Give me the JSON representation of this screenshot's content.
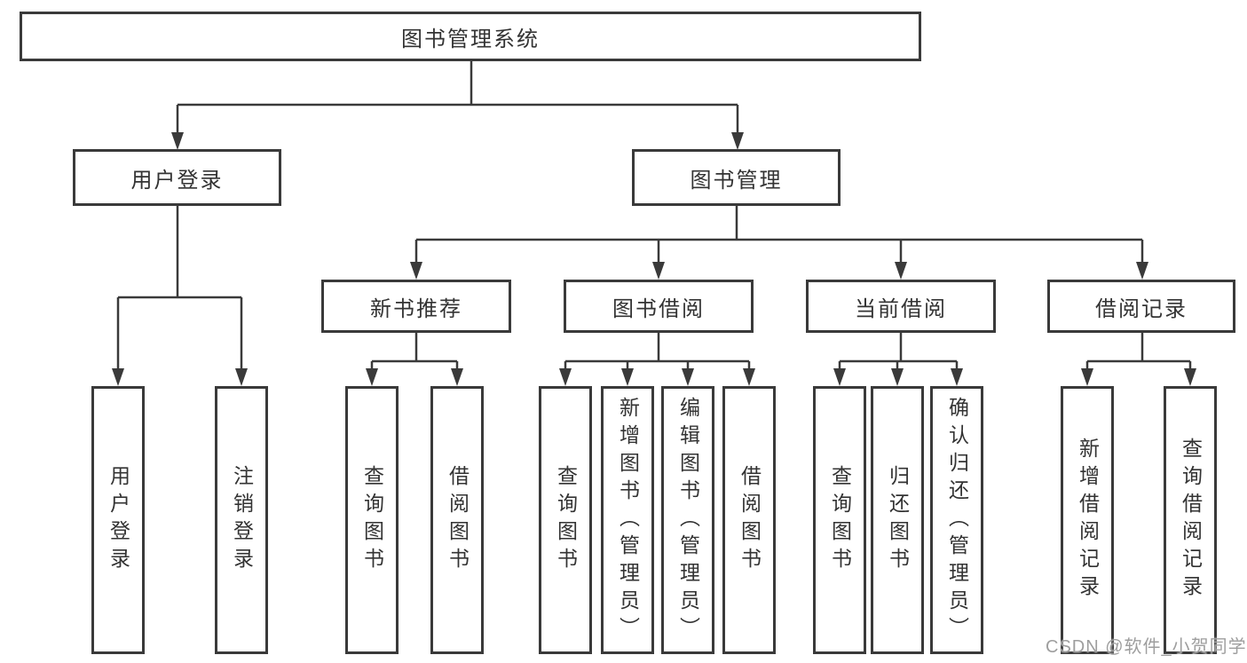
{
  "tree": {
    "root": {
      "label": "图书管理系统"
    },
    "branches": [
      {
        "label": "用户登录",
        "children": [
          {
            "label": "用户登录"
          },
          {
            "label": "注销登录"
          }
        ]
      },
      {
        "label": "图书管理",
        "children": [
          {
            "label": "新书推荐",
            "children": [
              {
                "label": "查询图书"
              },
              {
                "label": "借阅图书"
              }
            ]
          },
          {
            "label": "图书借阅",
            "children": [
              {
                "label": "查询图书"
              },
              {
                "label": "新增图书（管理员）"
              },
              {
                "label": "编辑图书（管理员）"
              },
              {
                "label": "借阅图书"
              }
            ]
          },
          {
            "label": "当前借阅",
            "children": [
              {
                "label": "查询图书"
              },
              {
                "label": "归还图书"
              },
              {
                "label": "确认归还（管理员）"
              }
            ]
          },
          {
            "label": "借阅记录",
            "children": [
              {
                "label": "新增借阅记录"
              },
              {
                "label": "查询借阅记录"
              }
            ]
          }
        ]
      }
    ]
  },
  "watermark": {
    "text": "CSDN @软件_小贺同学"
  },
  "colors": {
    "line": "#3a3a3a",
    "text": "#333333",
    "watermark": "#9e9e9e"
  }
}
